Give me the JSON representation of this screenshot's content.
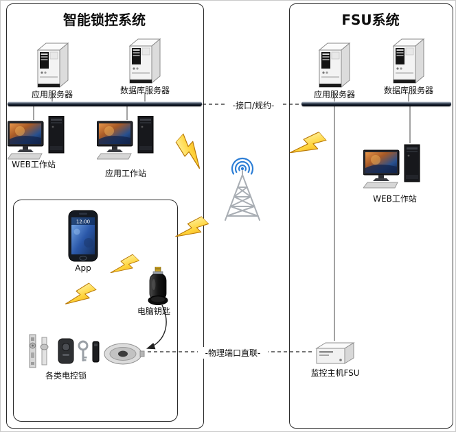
{
  "left_panel": {
    "title": "智能锁控系统",
    "servers": [
      {
        "label": "应用服务器"
      },
      {
        "label": "数据库服务器"
      }
    ],
    "workstations": [
      {
        "label": "WEB工作站"
      },
      {
        "label": "应用工作站"
      }
    ],
    "phone_time": "12:00",
    "app_label": "App",
    "key_label": "电脑钥匙",
    "locks_label": "各类电控锁"
  },
  "right_panel": {
    "title": "FSU系统",
    "servers": [
      {
        "label": "应用服务器"
      },
      {
        "label": "数据库服务器"
      }
    ],
    "workstation_label": "WEB工作站",
    "fsu_label": "监控主机FSU"
  },
  "connections": {
    "interface_label": "-接口/规约-",
    "physical_label": "-物理端口直联-"
  },
  "colors": {
    "bolt_yellow": "#ffd43b",
    "signal_blue": "#2e7fd6",
    "bus_dark": "#1c2636",
    "tower_gray": "#a9aeb4"
  }
}
